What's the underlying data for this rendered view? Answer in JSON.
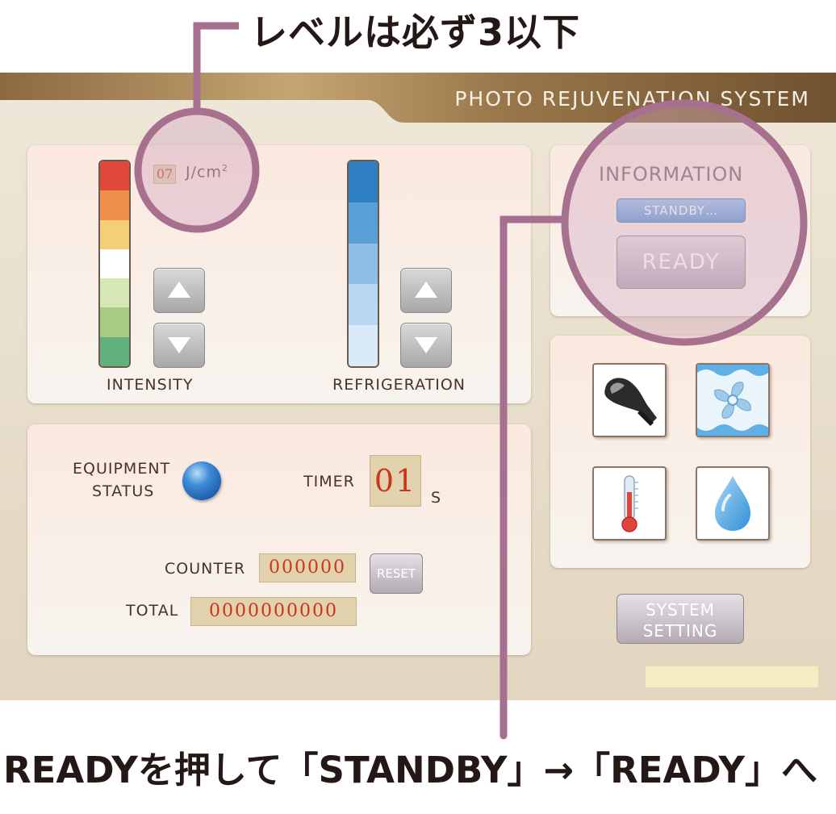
{
  "annotations": {
    "top_note": "レベルは必ず3以下",
    "bottom_note": "READYを押して「STANDBY」→「READY」へ"
  },
  "system": {
    "title": "PHOTO REJUVENATION SYSTEM"
  },
  "intensity": {
    "value": "07",
    "unit": "J/cm",
    "unit_sup": "2",
    "label": "INTENSITY"
  },
  "refrigeration": {
    "label": "REFRIGERATION"
  },
  "information": {
    "title": "INFORMATION",
    "status": "STANDBY…",
    "ready_label": "READY"
  },
  "equipment": {
    "status_line1": "EQUIPMENT",
    "status_line2": "STATUS",
    "timer_label": "TIMER",
    "timer_value": "01",
    "timer_unit": "S",
    "counter_label": "COUNTER",
    "counter_value": "000000",
    "reset_label": "RESET",
    "total_label": "TOTAL",
    "total_value": "0000000000"
  },
  "settings": {
    "line1": "SYSTEM",
    "line2": "SETTING"
  },
  "icons": [
    "handpiece-icon",
    "fan-icon",
    "thermometer-icon",
    "water-drop-icon"
  ],
  "colors": {
    "annotation": "#a8708f",
    "intensity_bar": [
      "#e0493a",
      "#ee8f4d",
      "#f5cf77",
      "#ffffff",
      "#d6e6b4",
      "#a8cd82",
      "#62b07b"
    ],
    "refrigeration_bar": [
      "#2f7fc3",
      "#5a9ed6",
      "#8fbfe6",
      "#b8d8f1",
      "#dbeaf8"
    ]
  }
}
